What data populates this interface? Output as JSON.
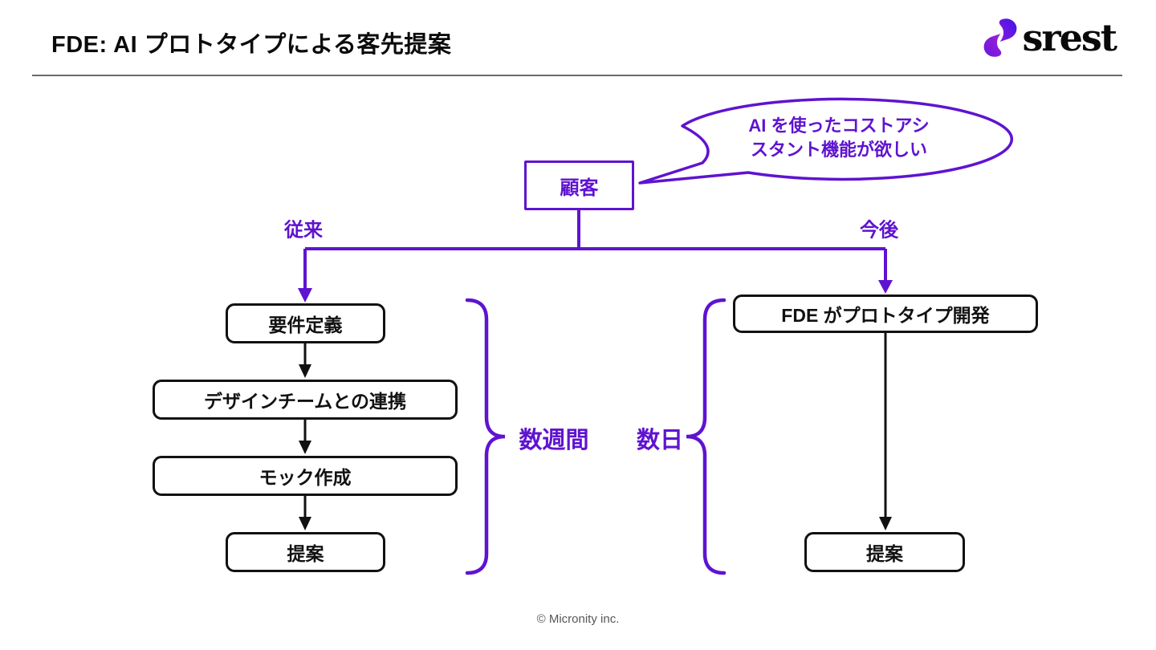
{
  "header": {
    "title": "FDE: AI プロトタイプによる客先提案",
    "brand": "srest"
  },
  "diagram": {
    "speech_bubble": {
      "line1": "AI を使ったコストアシ",
      "line2": "スタント機能が欲しい"
    },
    "customer": "顧客",
    "branch_left_label": "従来",
    "branch_right_label": "今後",
    "left_flow": {
      "step1": "要件定義",
      "step2": "デザインチームとの連携",
      "step3": "モック作成",
      "step4": "提案",
      "duration": "数週間"
    },
    "right_flow": {
      "step1": "FDE がプロトタイプ開発",
      "step2": "提案",
      "duration": "数日"
    }
  },
  "footer": {
    "copyright": "© Micronity inc."
  },
  "colors": {
    "accent_purple": "#5f13d0",
    "line_black": "#111111",
    "rule_gray": "#6a6a6a"
  }
}
